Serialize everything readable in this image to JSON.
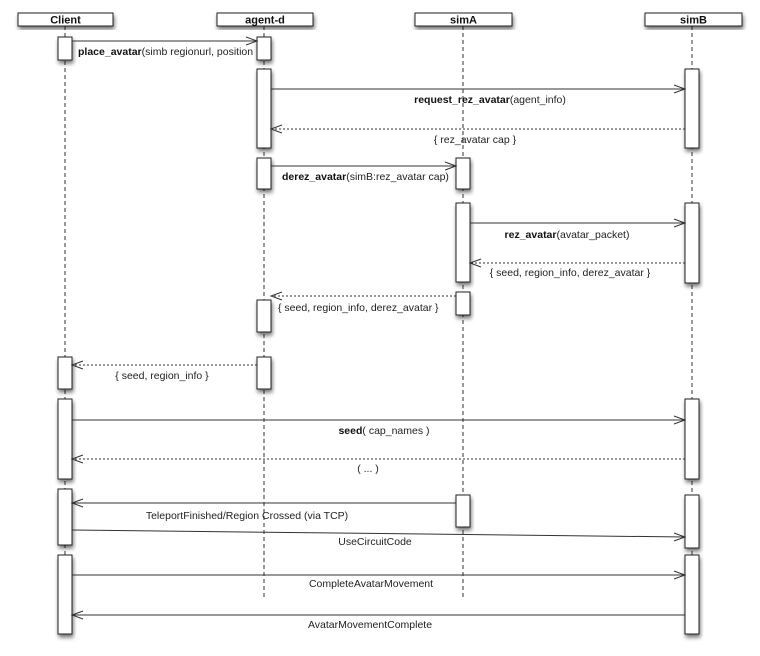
{
  "diagram": {
    "type": "sequence",
    "participants": [
      {
        "id": "client",
        "label": "Client"
      },
      {
        "id": "agentd",
        "label": "agent-d"
      },
      {
        "id": "simA",
        "label": "simA"
      },
      {
        "id": "simB",
        "label": "simB"
      }
    ],
    "messages": [
      {
        "from": "client",
        "to": "agentd",
        "style": "solid",
        "bold": "place_avatar",
        "rest": "(simb regionurl, position"
      },
      {
        "from": "agentd",
        "to": "simB",
        "style": "solid",
        "bold": "request_rez_avatar",
        "rest": "(agent_info)"
      },
      {
        "from": "simB",
        "to": "agentd",
        "style": "dotted",
        "bold": "",
        "rest": "{ rez_avatar cap }"
      },
      {
        "from": "agentd",
        "to": "simA",
        "style": "solid",
        "bold": "derez_avatar",
        "rest": "(simB:rez_avatar cap)"
      },
      {
        "from": "simA",
        "to": "simB",
        "style": "solid",
        "bold": "rez_avatar",
        "rest": "(avatar_packet)"
      },
      {
        "from": "simB",
        "to": "simA",
        "style": "dotted",
        "bold": "",
        "rest": "{ seed, region_info, derez_avatar }"
      },
      {
        "from": "simA",
        "to": "agentd",
        "style": "dotted",
        "bold": "",
        "rest": "{ seed, region_info, derez_avatar }"
      },
      {
        "from": "agentd",
        "to": "client",
        "style": "dotted",
        "bold": "",
        "rest": "{ seed, region_info }"
      },
      {
        "from": "client",
        "to": "simB",
        "style": "solid",
        "bold": "seed",
        "rest": "( cap_names )"
      },
      {
        "from": "simB",
        "to": "client",
        "style": "dotted",
        "bold": "",
        "rest": "( ... )"
      },
      {
        "from": "simA",
        "to": "client",
        "style": "solid",
        "bold": "",
        "rest": "TeleportFinished/Region Crossed (via TCP)"
      },
      {
        "from": "client",
        "to": "simB",
        "style": "solid",
        "bold": "",
        "rest": "UseCircuitCode"
      },
      {
        "from": "client",
        "to": "simB",
        "style": "solid",
        "bold": "",
        "rest": "CompleteAvatarMovement"
      },
      {
        "from": "simB",
        "to": "client",
        "style": "solid",
        "bold": "",
        "rest": "AvatarMovementComplete"
      }
    ]
  }
}
